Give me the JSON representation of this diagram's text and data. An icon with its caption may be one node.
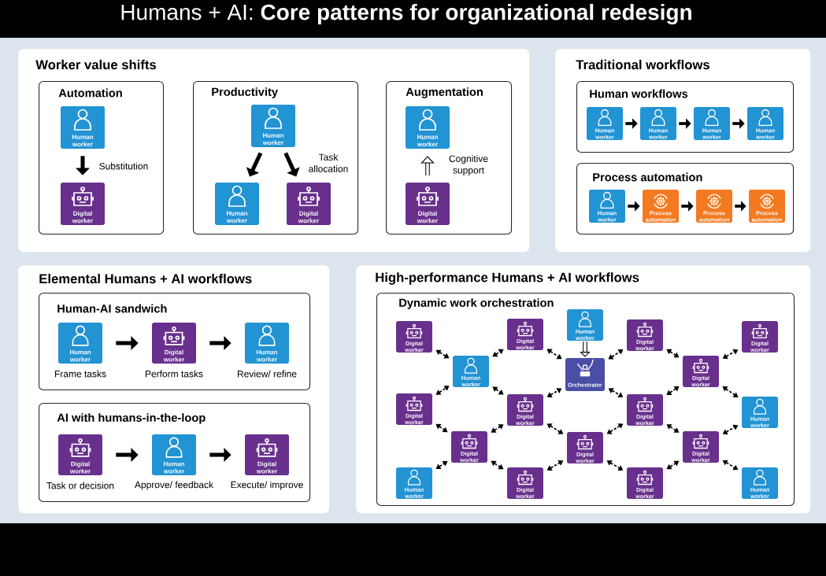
{
  "diagram": {
    "title": "Humans + AI: **Core patterns for organizational redesign**",
    "nodes": [
      {
        "text": [
          "Worker value shifts"
        ]
      },
      {
        "text": [
          "Automation"
        ],
        "in": 0
      },
      {
        "text": [
          "Human worker"
        ],
        "in": 1
      },
      {
        "text": [
          "Digital worker"
        ],
        "in": 1
      },
      {
        "text": [
          "Productivity"
        ],
        "in": 0
      },
      {
        "text": [
          "Human worker"
        ],
        "in": 4
      },
      {
        "text": [
          "Human worker"
        ],
        "in": 4
      },
      {
        "text": [
          "Digital worker"
        ],
        "in": 4
      },
      {
        "text": [
          "Augmentation"
        ],
        "in": 0
      },
      {
        "text": [
          "Human worker"
        ],
        "in": 8
      },
      {
        "text": [
          "Digital worker"
        ],
        "in": 8
      },
      {
        "text": [
          "Traditional workflows"
        ]
      },
      {
        "text": [
          "Human workflows"
        ],
        "in": 11
      },
      {
        "text": [
          "Human worker"
        ],
        "in": 12
      },
      {
        "text": [
          "Human worker"
        ],
        "in": 12
      },
      {
        "text": [
          "Human worker"
        ],
        "in": 12
      },
      {
        "text": [
          "Human worker"
        ],
        "in": 12
      },
      {
        "text": [
          "Process automation"
        ],
        "in": 11
      },
      {
        "text": [
          "Human worker"
        ],
        "in": 17
      },
      {
        "text": [
          "Process automation"
        ],
        "in": 17
      },
      {
        "text": [
          "Process automation"
        ],
        "in": 17
      },
      {
        "text": [
          "Process automation"
        ],
        "in": 17
      },
      {
        "text": [
          "Elemental Humans + AI workflows"
        ]
      },
      {
        "text": [
          "Human-AI sandwich"
        ],
        "in": 22
      },
      {
        "text": [
          "Human worker"
        ],
        "in": 23,
        "beside": [
          "Frame tasks"
        ]
      },
      {
        "text": [
          "Digital worker"
        ],
        "in": 23,
        "beside": [
          "Perform tasks"
        ]
      },
      {
        "text": [
          "Human worker"
        ],
        "in": 23,
        "beside": [
          "Review/ refine"
        ]
      },
      {
        "text": [
          "AI with humans-in-the-loop"
        ],
        "in": 22
      },
      {
        "text": [
          "Digital worker"
        ],
        "in": 27,
        "beside": [
          "Task or decision"
        ]
      },
      {
        "text": [
          "Human worker"
        ],
        "in": 27,
        "beside": [
          "Approve/ feedback"
        ]
      },
      {
        "text": [
          "Digital worker"
        ],
        "in": 27,
        "beside": [
          "Execute/ improve"
        ]
      },
      {
        "text": [
          "High-performance Humans + AI workflows"
        ]
      },
      {
        "text": [
          "Dynamic work orchestration"
        ],
        "in": 31
      },
      {
        "text": [
          "Digital worker"
        ],
        "in": 32
      },
      {
        "text": [
          "Digital worker"
        ],
        "in": 32
      },
      {
        "text": [
          "Human worker"
        ],
        "in": 32
      },
      {
        "text": [
          "Digital worker"
        ],
        "in": 32
      },
      {
        "text": [
          "Digital worker"
        ],
        "in": 32
      },
      {
        "text": [
          "Human worker"
        ],
        "in": 32
      },
      {
        "text": [
          "Orchestrator"
        ],
        "in": 32
      },
      {
        "text": [
          "Digital worker"
        ],
        "in": 32
      },
      {
        "text": [
          "Digital worker"
        ],
        "in": 32
      },
      {
        "text": [
          "Digital worker"
        ],
        "in": 32
      },
      {
        "text": [
          "Digital worker"
        ],
        "in": 32
      },
      {
        "text": [
          "Human worker"
        ],
        "in": 32
      },
      {
        "text": [
          "Digital worker"
        ],
        "in": 32
      },
      {
        "text": [
          "Digital worker"
        ],
        "in": 32
      },
      {
        "text": [
          "Digital worker"
        ],
        "in": 32
      },
      {
        "text": [
          "Human worker"
        ],
        "in": 32
      },
      {
        "text": [
          "Digital worker"
        ],
        "in": 32
      },
      {
        "text": [
          "Digital worker"
        ],
        "in": 32
      },
      {
        "text": [
          "Human worker"
        ],
        "in": 32
      }
    ],
    "edges": [
      {
        "from": 2,
        "to": 3,
        "arrow": "to",
        "label": "Substitution",
        "style": "thick"
      },
      {
        "from": 5,
        "to": 6,
        "arrow": "to",
        "style": "thick"
      },
      {
        "from": 5,
        "to": 7,
        "arrow": "to",
        "label": "Task allocation",
        "style": "thick"
      },
      {
        "from": 10,
        "to": 9,
        "arrow": "to",
        "label": "Cognitive support",
        "style": "thick"
      },
      {
        "from": 13,
        "to": 14,
        "arrow": "to",
        "style": "thick"
      },
      {
        "from": 14,
        "to": 15,
        "arrow": "to",
        "style": "thick"
      },
      {
        "from": 15,
        "to": 16,
        "arrow": "to",
        "style": "thick"
      },
      {
        "from": 18,
        "to": 19,
        "arrow": "to",
        "style": "thick"
      },
      {
        "from": 19,
        "to": 20,
        "arrow": "to",
        "style": "thick"
      },
      {
        "from": 20,
        "to": 21,
        "arrow": "to",
        "style": "thick"
      },
      {
        "from": 24,
        "to": 25,
        "arrow": "to",
        "style": "thick"
      },
      {
        "from": 25,
        "to": 26,
        "arrow": "to",
        "style": "thick"
      },
      {
        "from": 28,
        "to": 29,
        "arrow": "to",
        "style": "thick"
      },
      {
        "from": 29,
        "to": 30,
        "arrow": "to",
        "style": "thick"
      },
      {
        "from": 35,
        "to": 39,
        "arrow": "to",
        "style": "thick"
      },
      {
        "from": 33,
        "to": 38,
        "arrow": "both",
        "style": "dashed"
      },
      {
        "from": 38,
        "to": 34,
        "arrow": "both",
        "style": "dashed"
      },
      {
        "from": 34,
        "to": 39,
        "arrow": "both",
        "style": "dashed"
      },
      {
        "from": 39,
        "to": 36,
        "arrow": "both",
        "style": "dashed"
      },
      {
        "from": 36,
        "to": 40,
        "arrow": "both",
        "style": "dashed"
      },
      {
        "from": 40,
        "to": 37,
        "arrow": "both",
        "style": "dashed"
      },
      {
        "from": 41,
        "to": 38,
        "arrow": "both",
        "style": "dashed"
      },
      {
        "from": 38,
        "to": 42,
        "arrow": "both",
        "style": "dashed"
      },
      {
        "from": 42,
        "to": 39,
        "arrow": "both",
        "style": "dashed"
      },
      {
        "from": 39,
        "to": 43,
        "arrow": "both",
        "style": "dashed"
      },
      {
        "from": 43,
        "to": 40,
        "arrow": "both",
        "style": "dashed"
      },
      {
        "from": 40,
        "to": 44,
        "arrow": "both",
        "style": "dashed"
      },
      {
        "from": 41,
        "to": 45,
        "arrow": "both",
        "style": "dashed"
      },
      {
        "from": 45,
        "to": 42,
        "arrow": "both",
        "style": "dashed"
      },
      {
        "from": 42,
        "to": 46,
        "arrow": "both",
        "style": "dashed"
      },
      {
        "from": 46,
        "to": 43,
        "arrow": "both",
        "style": "dashed"
      },
      {
        "from": 43,
        "to": 47,
        "arrow": "both",
        "style": "dashed"
      },
      {
        "from": 47,
        "to": 44,
        "arrow": "both",
        "style": "dashed"
      },
      {
        "from": 48,
        "to": 45,
        "arrow": "both",
        "style": "dashed"
      },
      {
        "from": 45,
        "to": 49,
        "arrow": "both",
        "style": "dashed"
      },
      {
        "from": 49,
        "to": 46,
        "arrow": "both",
        "style": "dashed"
      },
      {
        "from": 46,
        "to": 50,
        "arrow": "both",
        "style": "dashed"
      },
      {
        "from": 50,
        "to": 47,
        "arrow": "both",
        "style": "dashed"
      },
      {
        "from": 47,
        "to": 51,
        "arrow": "both",
        "style": "dashed"
      }
    ]
  }
}
